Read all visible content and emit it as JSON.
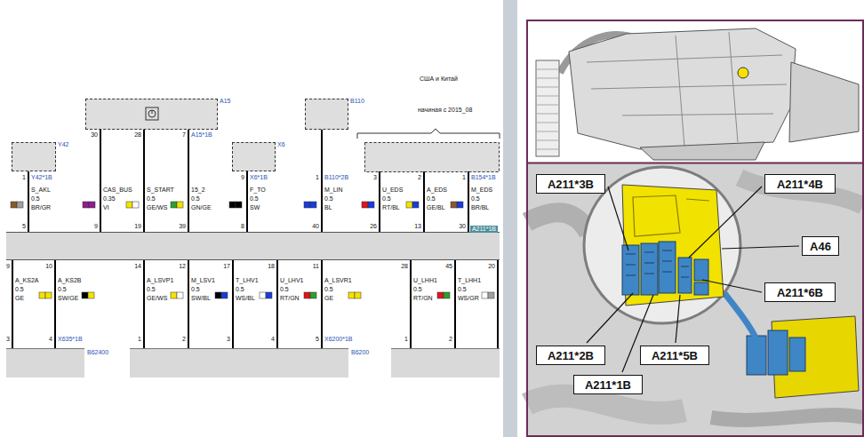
{
  "diagram": {
    "nodes": [
      {
        "text": [
          "A15"
        ]
      },
      {
        "text": [
          "B110"
        ]
      },
      {
        "text": [
          "Y42"
        ]
      },
      {
        "text": [
          "X6"
        ]
      },
      {
        "text": [
          "A211*1B"
        ]
      },
      {
        "text": [
          "B62400"
        ]
      },
      {
        "text": [
          "B6200"
        ]
      },
      {
        "text": [
          "A211*3B"
        ]
      },
      {
        "text": [
          "A211*4B"
        ]
      },
      {
        "text": [
          "A46"
        ]
      },
      {
        "text": [
          "A211*6B"
        ]
      },
      {
        "text": [
          "A211*2B"
        ]
      },
      {
        "text": [
          "A211*5B"
        ]
      },
      {
        "text": [
          "A211*1B"
        ]
      }
    ],
    "edges": [
      {
        "from": 2,
        "to": 4,
        "arrow": "none",
        "label": "S_AKL"
      },
      {
        "from": 0,
        "to": 4,
        "arrow": "none",
        "label": "CAS_BUS"
      },
      {
        "from": 0,
        "to": 4,
        "arrow": "none",
        "label": "S_START"
      },
      {
        "from": 0,
        "to": 4,
        "arrow": "none",
        "label": "15_2"
      },
      {
        "from": 3,
        "to": 4,
        "arrow": "none",
        "label": "F_TO"
      },
      {
        "from": 1,
        "to": 4,
        "arrow": "none",
        "label": "M_LIN"
      },
      {
        "from": 4,
        "to": 5,
        "arrow": "none",
        "label": "A_KS2A"
      },
      {
        "from": 4,
        "to": 5,
        "arrow": "none",
        "label": "A_KS2B"
      },
      {
        "from": 4,
        "to": 6,
        "arrow": "none",
        "label": "A_LSVP1"
      },
      {
        "from": 4,
        "to": 6,
        "arrow": "none",
        "label": "M_LSV1"
      },
      {
        "from": 4,
        "to": 6,
        "arrow": "none",
        "label": "T_LHV1"
      },
      {
        "from": 4,
        "to": 6,
        "arrow": "none",
        "label": "U_LHV1"
      },
      {
        "from": 4,
        "to": 6,
        "arrow": "none",
        "label": "A_LSVR1"
      }
    ],
    "labels": [
      "США и Китай",
      "начиная с 2015_08",
      "30",
      "28",
      "7",
      "A15*1B",
      "1",
      "Y42*1B",
      "9",
      "X6*1B",
      "1",
      "B110*2B",
      "3",
      "2",
      "1",
      "B154*1B",
      "0.5",
      "BR/GR",
      "0.35",
      "VI",
      "0.5",
      "GE/WS",
      "0.5",
      "GN/GE",
      "0.5",
      "SW",
      "0.5",
      "BL",
      "U_EDS",
      "0.5",
      "RT/BL",
      "A_EDS",
      "0.5",
      "GE/BL",
      "M_EDS",
      "0.5",
      "BR/BL",
      "5",
      "9",
      "19",
      "39",
      "8",
      "40",
      "26",
      "13",
      "30",
      "9",
      "10",
      "14",
      "12",
      "17",
      "18",
      "11",
      "28",
      "45",
      "20",
      "0.5",
      "GE",
      "0.5",
      "SW/GE",
      "0.5",
      "GE/WS",
      "0.5",
      "SW/BL",
      "0.5",
      "WS/BL",
      "0.5",
      "RT/GN",
      "0.5",
      "GE",
      "U_LHH1",
      "0.5",
      "RT/GN",
      "T_LHH1",
      "0.5",
      "WS/GR",
      "3",
      "4",
      "X635*1B",
      "1",
      "2",
      "3",
      "4",
      "5",
      "X6200*1B",
      "1",
      "2"
    ]
  }
}
